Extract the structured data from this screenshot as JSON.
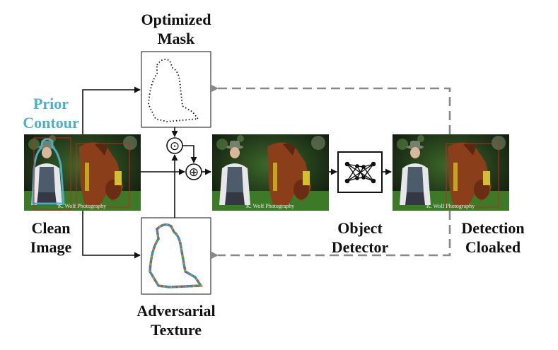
{
  "labels": {
    "optimized_mask": [
      "Optimized",
      "Mask"
    ],
    "prior_contour": [
      "Prior",
      "Contour"
    ],
    "clean_image": [
      "Clean",
      "Image"
    ],
    "object_detector": [
      "Object",
      "Detector"
    ],
    "detection_cloaked": [
      "Detection",
      "Cloaked"
    ],
    "adversarial_texture": [
      "Adversarial",
      "Texture"
    ]
  },
  "operators": {
    "hadamard": "⊙",
    "add": "⊕"
  },
  "watermark": "K. Wolf Photography",
  "colors": {
    "prior_contour": "#4ab0cc",
    "detection_box": "#d02020",
    "feedback_arrow": "#888888",
    "arrow": "#111111"
  },
  "icons": [
    "neural-network-icon"
  ]
}
